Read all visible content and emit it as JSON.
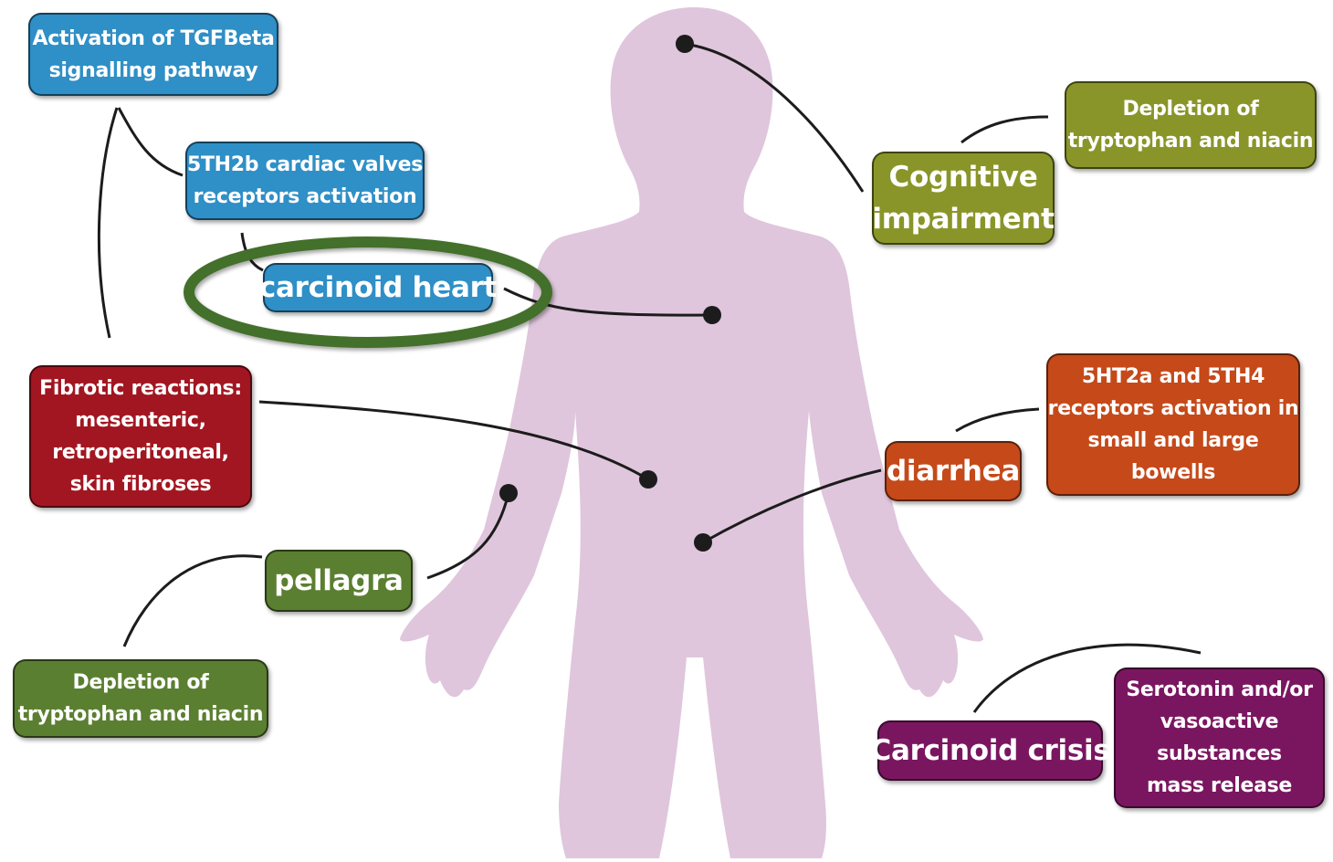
{
  "colors": {
    "body": "#dfc6dc",
    "blue": "#2f8fc7",
    "olive": "#8a9529",
    "red": "#a21621",
    "orange": "#c54919",
    "green": "#5b7f31",
    "purple": "#7a1660",
    "ring": "#43702a",
    "line": "#1c1c1c"
  },
  "boxes": {
    "tgf": {
      "lines": [
        "Activation of TGFBeta",
        "signalling pathway"
      ],
      "color": "blue"
    },
    "5th2b": {
      "lines": [
        "5TH2b cardiac valves",
        "receptors activation"
      ],
      "color": "blue"
    },
    "heart": {
      "lines": [
        "carcinoid heart"
      ],
      "color": "blue"
    },
    "fibrotic": {
      "lines": [
        "Fibrotic reactions:",
        "mesenteric,",
        "retroperitoneal,",
        "skin fibroses"
      ],
      "color": "red"
    },
    "pellagra": {
      "lines": [
        "pellagra"
      ],
      "color": "green"
    },
    "depletion_left": {
      "lines": [
        "Depletion of",
        "tryptophan and niacin"
      ],
      "color": "green"
    },
    "depletion_right": {
      "lines": [
        "Depletion of",
        "tryptophan and niacin"
      ],
      "color": "olive"
    },
    "cognitive": {
      "lines": [
        "Cognitive",
        "impairment"
      ],
      "color": "olive"
    },
    "5ht2a": {
      "lines": [
        "5HT2a and 5TH4",
        "receptors activation in",
        "small and large",
        "bowells"
      ],
      "color": "orange"
    },
    "diarrhea": {
      "lines": [
        "diarrhea"
      ],
      "color": "orange"
    },
    "serotonin": {
      "lines": [
        "Serotonin and/or",
        "vasoactive",
        "substances",
        "mass release"
      ],
      "color": "purple"
    },
    "crisis": {
      "lines": [
        "Carcinoid crisis"
      ],
      "color": "purple"
    }
  }
}
